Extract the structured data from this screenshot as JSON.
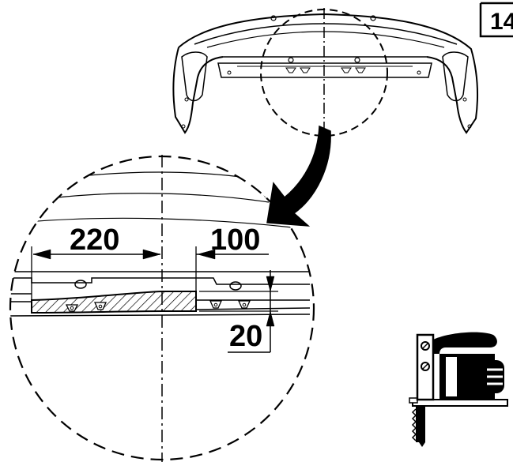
{
  "step_number": "14",
  "dimensions": {
    "left_cut": "220",
    "right_offset": "100",
    "height": "20"
  },
  "icons": {
    "tool": "jigsaw-icon",
    "arrow": "curved-arrow-icon",
    "part": "rear-bumper-icon"
  },
  "colors": {
    "line": "#000000",
    "background": "#ffffff"
  }
}
